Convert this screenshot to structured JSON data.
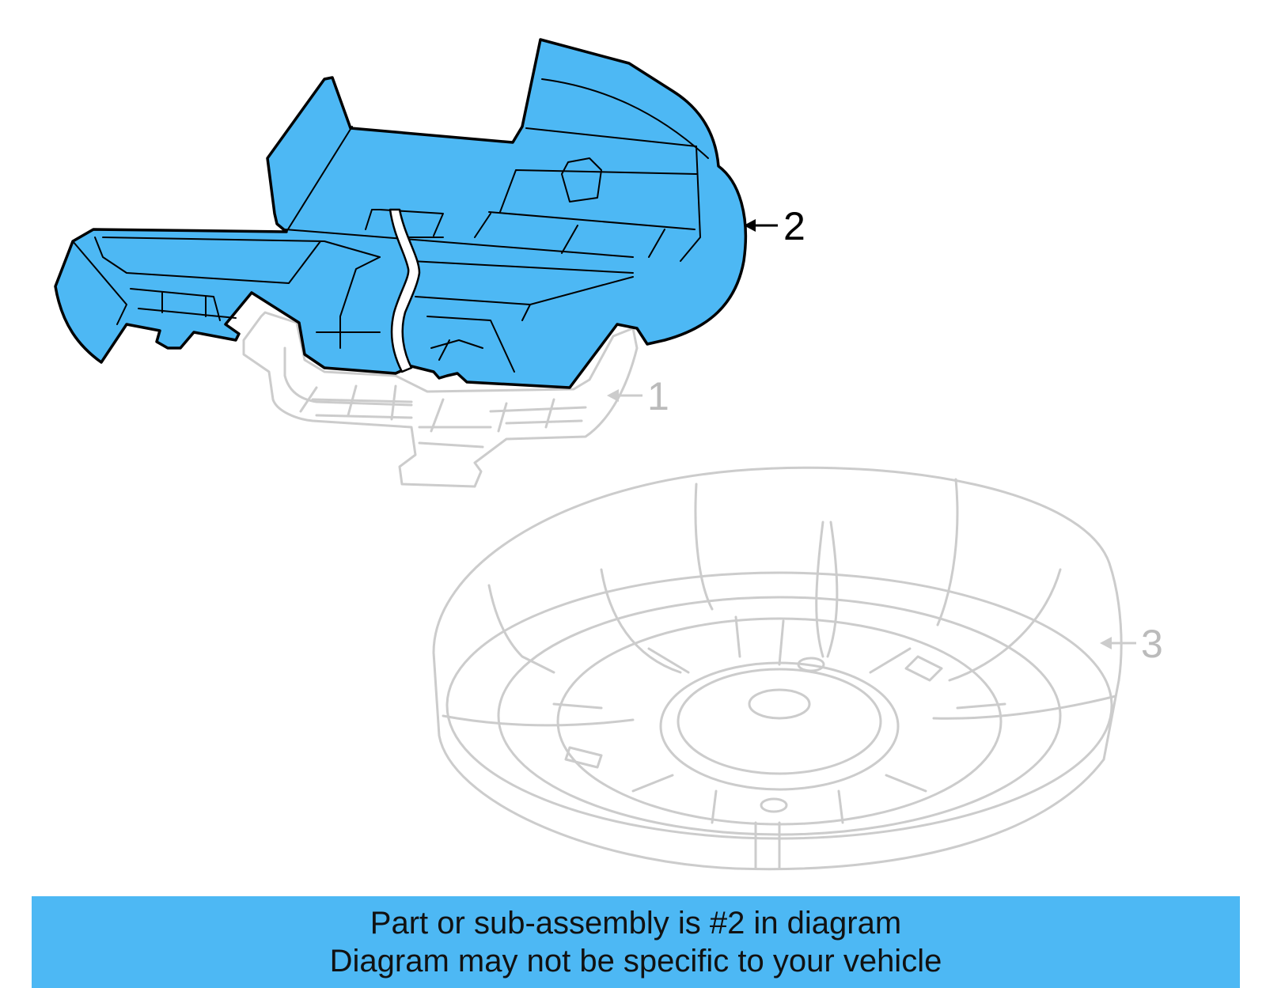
{
  "colors": {
    "highlight_fill": "#4db8f4",
    "highlight_stroke": "#000000",
    "ghost_stroke": "#cccccc",
    "ghost_text": "#bbbbbb",
    "banner_bg": "#4db8f4"
  },
  "callouts": [
    {
      "number": "2",
      "highlighted": true
    },
    {
      "number": "1",
      "highlighted": false
    },
    {
      "number": "3",
      "highlighted": false
    }
  ],
  "banner": {
    "line1": "Part or sub-assembly is #2 in diagram",
    "line2": "Diagram may not be specific to your vehicle"
  }
}
